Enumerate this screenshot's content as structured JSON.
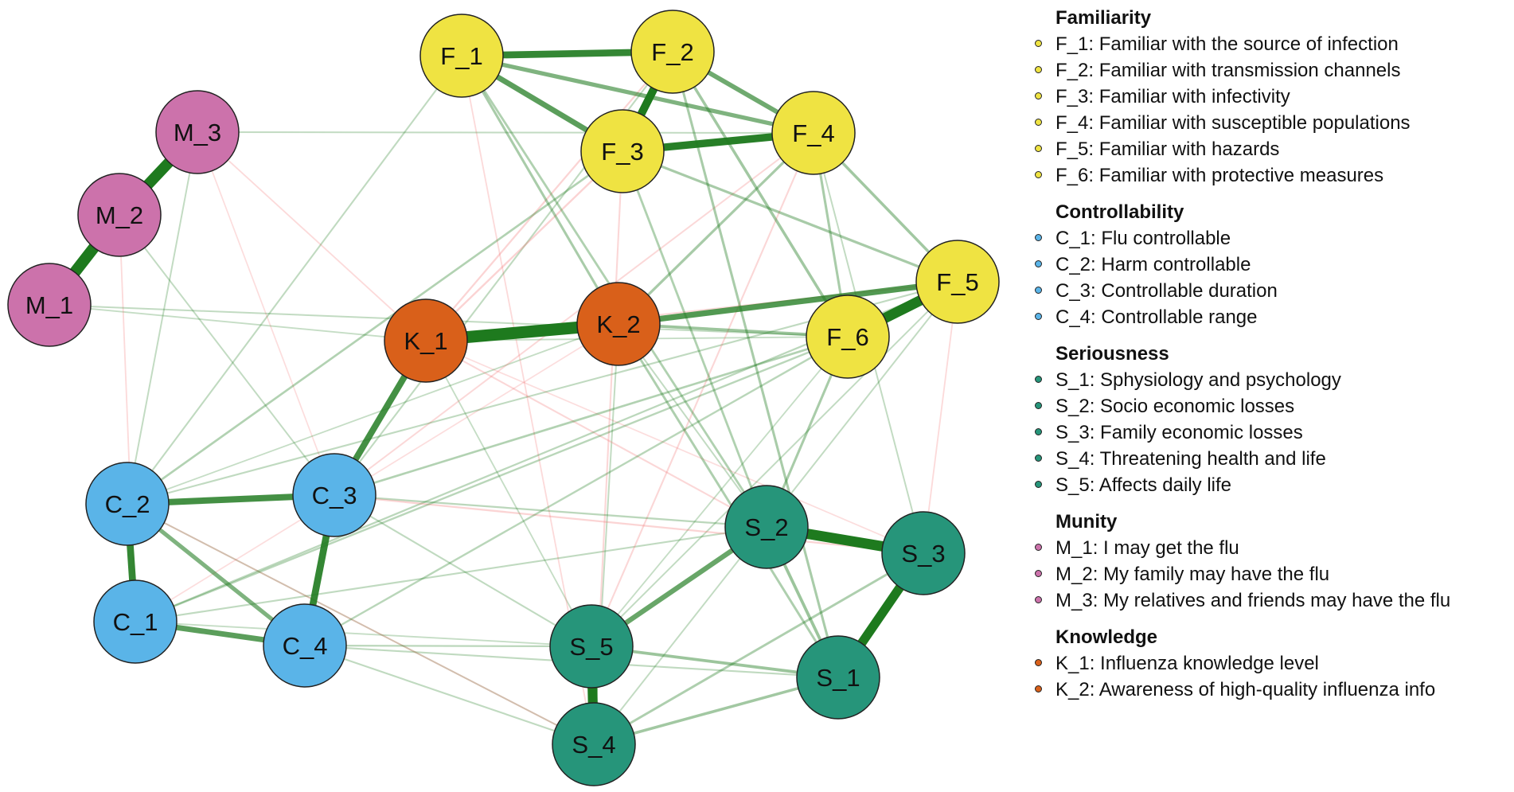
{
  "nodes": [
    {
      "id": "F_1",
      "group": "familiarity"
    },
    {
      "id": "F_2",
      "group": "familiarity"
    },
    {
      "id": "F_3",
      "group": "familiarity"
    },
    {
      "id": "F_4",
      "group": "familiarity"
    },
    {
      "id": "F_5",
      "group": "familiarity"
    },
    {
      "id": "F_6",
      "group": "familiarity"
    },
    {
      "id": "M_1",
      "group": "munity"
    },
    {
      "id": "M_2",
      "group": "munity"
    },
    {
      "id": "M_3",
      "group": "munity"
    },
    {
      "id": "K_1",
      "group": "knowledge"
    },
    {
      "id": "K_2",
      "group": "knowledge"
    },
    {
      "id": "C_1",
      "group": "controllability"
    },
    {
      "id": "C_2",
      "group": "controllability"
    },
    {
      "id": "C_3",
      "group": "controllability"
    },
    {
      "id": "C_4",
      "group": "controllability"
    },
    {
      "id": "S_1",
      "group": "seriousness"
    },
    {
      "id": "S_2",
      "group": "seriousness"
    },
    {
      "id": "S_3",
      "group": "seriousness"
    },
    {
      "id": "S_4",
      "group": "seriousness"
    },
    {
      "id": "S_5",
      "group": "seriousness"
    }
  ],
  "group_colors": {
    "familiarity": "#EFE342",
    "controllability": "#5AB4E8",
    "seriousness": "#26957A",
    "munity": "#CC72AB",
    "knowledge": "#D9601A"
  },
  "edge_colors": {
    "positive": "#1E7A1E",
    "negative": "#F27070"
  },
  "edges": [
    {
      "a": "M_1",
      "b": "M_2",
      "w": 0.95,
      "sign": "positive"
    },
    {
      "a": "M_2",
      "b": "M_3",
      "w": 0.9,
      "sign": "positive"
    },
    {
      "a": "K_1",
      "b": "K_2",
      "w": 1.0,
      "sign": "positive"
    },
    {
      "a": "F_5",
      "b": "F_6",
      "w": 0.85,
      "sign": "positive"
    },
    {
      "a": "S_4",
      "b": "S_5",
      "w": 0.8,
      "sign": "positive"
    },
    {
      "a": "S_2",
      "b": "S_3",
      "w": 0.85,
      "sign": "positive"
    },
    {
      "a": "S_1",
      "b": "S_3",
      "w": 0.75,
      "sign": "positive"
    },
    {
      "a": "F_2",
      "b": "F_3",
      "w": 0.65,
      "sign": "positive"
    },
    {
      "a": "F_3",
      "b": "F_4",
      "w": 0.6,
      "sign": "positive"
    },
    {
      "a": "F_1",
      "b": "F_2",
      "w": 0.55,
      "sign": "positive"
    },
    {
      "a": "C_3",
      "b": "C_4",
      "w": 0.55,
      "sign": "positive"
    },
    {
      "a": "C_1",
      "b": "C_2",
      "w": 0.55,
      "sign": "positive"
    },
    {
      "a": "C_2",
      "b": "C_3",
      "w": 0.5,
      "sign": "positive"
    },
    {
      "a": "K_1",
      "b": "C_3",
      "w": 0.5,
      "sign": "positive"
    },
    {
      "a": "K_2",
      "b": "F_5",
      "w": 0.45,
      "sign": "positive"
    },
    {
      "a": "F_1",
      "b": "F_3",
      "w": 0.42,
      "sign": "positive"
    },
    {
      "a": "C_1",
      "b": "C_4",
      "w": 0.42,
      "sign": "positive"
    },
    {
      "a": "S_2",
      "b": "S_5",
      "w": 0.38,
      "sign": "positive"
    },
    {
      "a": "F_2",
      "b": "F_4",
      "w": 0.35,
      "sign": "positive"
    },
    {
      "a": "C_2",
      "b": "C_4",
      "w": 0.3,
      "sign": "positive"
    },
    {
      "a": "F_1",
      "b": "F_4",
      "w": 0.3,
      "sign": "positive"
    },
    {
      "a": "K_2",
      "b": "F_6",
      "w": 0.2,
      "sign": "positive"
    },
    {
      "a": "S_1",
      "b": "S_2",
      "w": 0.2,
      "sign": "positive"
    },
    {
      "a": "S_1",
      "b": "S_5",
      "w": 0.2,
      "sign": "positive"
    },
    {
      "a": "S_1",
      "b": "S_4",
      "w": 0.18,
      "sign": "positive"
    },
    {
      "a": "F_4",
      "b": "F_5",
      "w": 0.18,
      "sign": "positive"
    },
    {
      "a": "F_2",
      "b": "F_6",
      "w": 0.18,
      "sign": "positive"
    },
    {
      "a": "F_4",
      "b": "K_2",
      "w": 0.16,
      "sign": "positive"
    },
    {
      "a": "F_3",
      "b": "F_5",
      "w": 0.16,
      "sign": "positive"
    },
    {
      "a": "F_1",
      "b": "K_2",
      "w": 0.15,
      "sign": "positive"
    },
    {
      "a": "F_4",
      "b": "F_6",
      "w": 0.15,
      "sign": "positive"
    },
    {
      "a": "F_2",
      "b": "S_1",
      "w": 0.15,
      "sign": "positive"
    },
    {
      "a": "F_6",
      "b": "S_2",
      "w": 0.15,
      "sign": "positive"
    },
    {
      "a": "S_3",
      "b": "S_4",
      "w": 0.14,
      "sign": "positive"
    },
    {
      "a": "K_2",
      "b": "S_1",
      "w": 0.14,
      "sign": "positive"
    },
    {
      "a": "F_1",
      "b": "S_2",
      "w": 0.13,
      "sign": "positive"
    },
    {
      "a": "F_3",
      "b": "S_2",
      "w": 0.13,
      "sign": "positive"
    },
    {
      "a": "C_2",
      "b": "F_3",
      "w": 0.12,
      "sign": "positive"
    },
    {
      "a": "C_3",
      "b": "F_6",
      "w": 0.12,
      "sign": "positive"
    },
    {
      "a": "C_1",
      "b": "F_6",
      "w": 0.1,
      "sign": "positive"
    },
    {
      "a": "C_4",
      "b": "F_6",
      "w": 0.1,
      "sign": "positive"
    },
    {
      "a": "C_1",
      "b": "F_5",
      "w": 0.09,
      "sign": "positive"
    },
    {
      "a": "C_4",
      "b": "S_5",
      "w": 0.09,
      "sign": "positive"
    },
    {
      "a": "C_3",
      "b": "S_2",
      "w": 0.09,
      "sign": "positive"
    },
    {
      "a": "C_4",
      "b": "S_1",
      "w": 0.08,
      "sign": "positive"
    },
    {
      "a": "C_3",
      "b": "S_5",
      "w": 0.08,
      "sign": "positive"
    },
    {
      "a": "C_2",
      "b": "F_1",
      "w": 0.08,
      "sign": "positive"
    },
    {
      "a": "C_3",
      "b": "F_2",
      "w": 0.08,
      "sign": "positive"
    },
    {
      "a": "C_4",
      "b": "S_4",
      "w": 0.08,
      "sign": "positive"
    },
    {
      "a": "C_1",
      "b": "S_2",
      "w": 0.08,
      "sign": "positive"
    },
    {
      "a": "C_2",
      "b": "F_5",
      "w": 0.08,
      "sign": "positive"
    },
    {
      "a": "M_1",
      "b": "F_6",
      "w": 0.07,
      "sign": "positive"
    },
    {
      "a": "M_3",
      "b": "F_4",
      "w": 0.07,
      "sign": "positive"
    },
    {
      "a": "M_2",
      "b": "C_3",
      "w": 0.07,
      "sign": "positive"
    },
    {
      "a": "M_3",
      "b": "C_2",
      "w": 0.07,
      "sign": "positive"
    },
    {
      "a": "K_2",
      "b": "S_4",
      "w": 0.07,
      "sign": "positive"
    },
    {
      "a": "K_2",
      "b": "S_2",
      "w": 0.07,
      "sign": "positive"
    },
    {
      "a": "F_5",
      "b": "S_4",
      "w": 0.07,
      "sign": "positive"
    },
    {
      "a": "F_5",
      "b": "S_5",
      "w": 0.07,
      "sign": "positive"
    },
    {
      "a": "F_4",
      "b": "S_3",
      "w": 0.07,
      "sign": "positive"
    },
    {
      "a": "F_6",
      "b": "S_5",
      "w": 0.06,
      "sign": "positive"
    },
    {
      "a": "C_2",
      "b": "K_2",
      "w": 0.06,
      "sign": "positive"
    },
    {
      "a": "K_1",
      "b": "S_5",
      "w": 0.06,
      "sign": "positive"
    },
    {
      "a": "K_1",
      "b": "F_6",
      "w": 0.06,
      "sign": "positive"
    },
    {
      "a": "C_1",
      "b": "S_5",
      "w": 0.06,
      "sign": "positive"
    },
    {
      "a": "C_2",
      "b": "S_4",
      "w": 0.06,
      "sign": "positive"
    },
    {
      "a": "M_1",
      "b": "K_1",
      "w": 0.06,
      "sign": "positive"
    },
    {
      "a": "F_3",
      "b": "K_1",
      "w": 0.1,
      "sign": "negative"
    },
    {
      "a": "F_2",
      "b": "K_1",
      "w": 0.09,
      "sign": "negative"
    },
    {
      "a": "F_4",
      "b": "S_5",
      "w": 0.08,
      "sign": "negative"
    },
    {
      "a": "F_3",
      "b": "S_4",
      "w": 0.08,
      "sign": "negative"
    },
    {
      "a": "C_3",
      "b": "S_3",
      "w": 0.09,
      "sign": "negative"
    },
    {
      "a": "C_3",
      "b": "F_4",
      "w": 0.07,
      "sign": "negative"
    },
    {
      "a": "C_2",
      "b": "S_4",
      "w": 0.08,
      "sign": "negative"
    },
    {
      "a": "K_1",
      "b": "S_2",
      "w": 0.08,
      "sign": "negative"
    },
    {
      "a": "K_1",
      "b": "F_5",
      "w": 0.07,
      "sign": "negative"
    },
    {
      "a": "F_1",
      "b": "S_4",
      "w": 0.06,
      "sign": "negative"
    },
    {
      "a": "M_1",
      "b": "M_3",
      "w": 0.05,
      "sign": "negative"
    },
    {
      "a": "M_2",
      "b": "C_1",
      "w": 0.06,
      "sign": "negative"
    },
    {
      "a": "M_3",
      "b": "K_1",
      "w": 0.06,
      "sign": "negative"
    },
    {
      "a": "M_3",
      "b": "C_3",
      "w": 0.05,
      "sign": "negative"
    },
    {
      "a": "F_5",
      "b": "S_3",
      "w": 0.06,
      "sign": "negative"
    },
    {
      "a": "C_1",
      "b": "K_2",
      "w": 0.05,
      "sign": "negative"
    },
    {
      "a": "K_1",
      "b": "S_3",
      "w": 0.05,
      "sign": "negative"
    }
  ],
  "legend": [
    {
      "title": "Familiarity",
      "group": "familiarity",
      "items": [
        "F_1: Familiar with the source of infection",
        "F_2: Familiar with transmission channels",
        "F_3: Familiar with infectivity",
        "F_4: Familiar with susceptible populations",
        "F_5: Familiar with hazards",
        "F_6: Familiar with protective measures"
      ]
    },
    {
      "title": "Controllability",
      "group": "controllability",
      "items": [
        "C_1: Flu controllable",
        "C_2: Harm controllable",
        "C_3: Controllable duration",
        "C_4: Controllable range"
      ]
    },
    {
      "title": "Seriousness",
      "group": "seriousness",
      "items": [
        "S_1: Sphysiology and psychology",
        "S_2: Socio economic losses",
        "S_3: Family economic losses",
        "S_4: Threatening health and life",
        "S_5: Affects daily life"
      ]
    },
    {
      "title": "Munity",
      "group": "munity",
      "items": [
        "M_1: I may get the flu",
        "M_2: My family may have the flu",
        "M_3: My relatives and friends may have the flu"
      ]
    },
    {
      "title": "Knowledge",
      "group": "knowledge",
      "items": [
        "K_1: Influenza knowledge level",
        "K_2: Awareness of high-quality influenza info"
      ]
    }
  ]
}
